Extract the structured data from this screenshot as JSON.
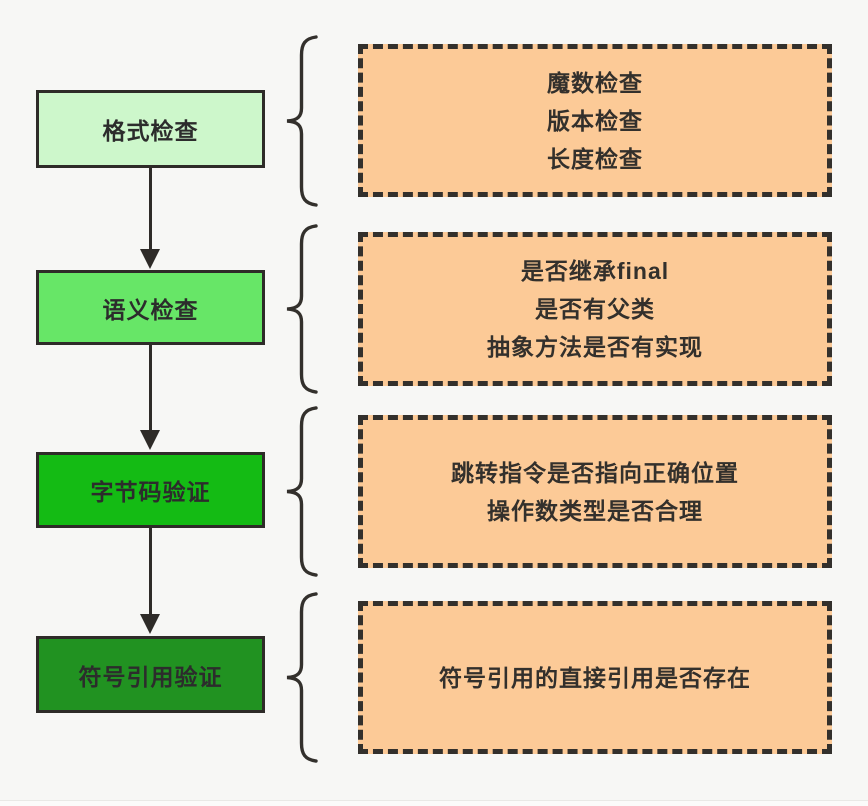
{
  "diagram": {
    "background_color": "#f7f7f5",
    "line_color": "#33302c",
    "detail_fill": "#fcca97",
    "stages": [
      {
        "label": "格式检查",
        "fill": "#cdf7cb",
        "details": [
          "魔数检查",
          "版本检查",
          "长度检查"
        ]
      },
      {
        "label": "语义检查",
        "fill": "#67e667",
        "details": [
          "是否继承final",
          "是否有父类",
          "抽象方法是否有实现"
        ]
      },
      {
        "label": "字节码验证",
        "fill": "#14bb14",
        "details": [
          "跳转指令是否指向正确位置",
          "操作数类型是否合理"
        ]
      },
      {
        "label": "符号引用验证",
        "fill": "#219221",
        "details": [
          "符号引用的直接引用是否存在"
        ]
      }
    ]
  }
}
